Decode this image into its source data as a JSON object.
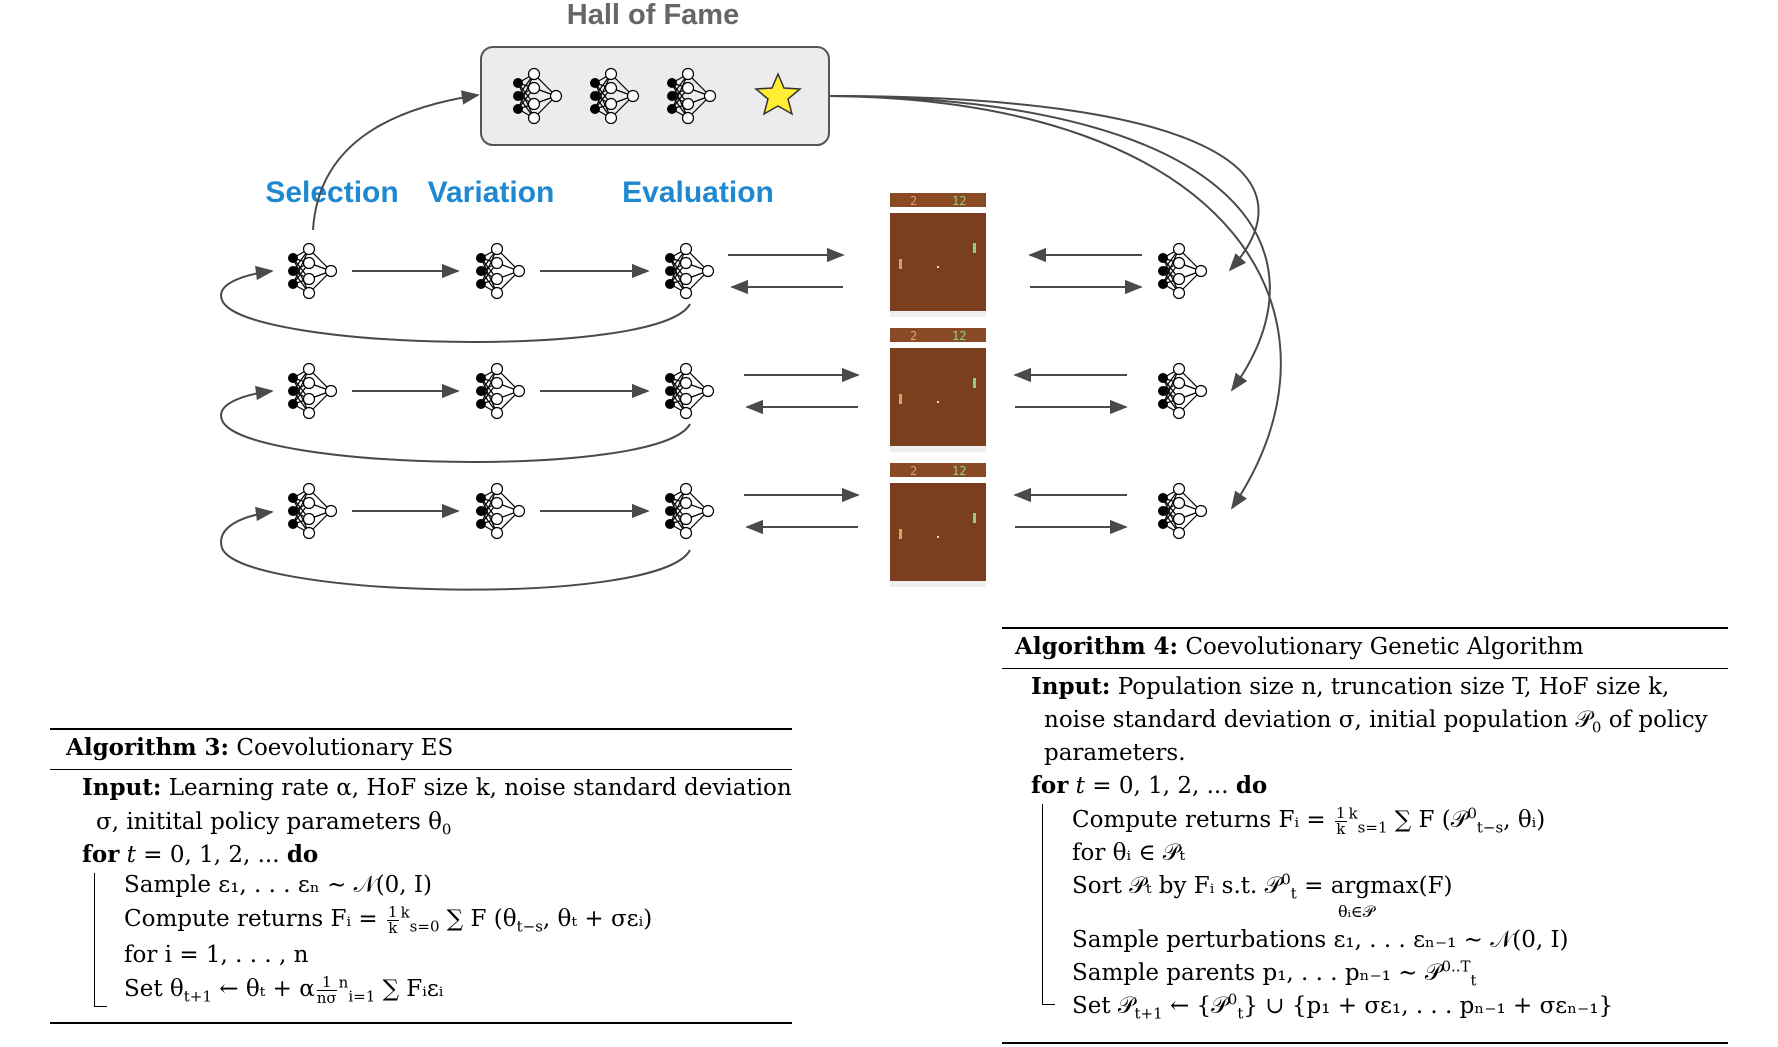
{
  "diagram": {
    "hall_of_fame_title": "Hall of Fame",
    "stage_labels": [
      "Selection",
      "Variation",
      "Evaluation"
    ],
    "game_score_left": "2",
    "game_score_right": "12",
    "colors": {
      "stage_label": "#1e88d0",
      "hof_title": "#666666",
      "hof_box_fill": "#ececec",
      "hof_box_stroke": "#555555",
      "arrow": "#4a4a4a",
      "game_bg": "#7a3f1f",
      "game_header": "#8a4a26",
      "score_left": "#e0a060",
      "score_right": "#8fd07a",
      "star": "#ffee33"
    }
  },
  "alg3": {
    "title_bold": "Algorithm 3:",
    "title_rest": " Coevolutionary ES",
    "input_label": "Input:",
    "input_text": " Learning rate α, HoF size k, noise standard deviation",
    "input_text2": "σ, initital policy parameters θ",
    "for_line": "for t = 0, 1, 2, ... do",
    "l1": "Sample ε₁, . . . εₙ ∼ 𝒩(0, I)",
    "l2a": "Compute returns Fᵢ = ",
    "l2b": " ∑ F (θ",
    "l2c": ", θₜ + σεᵢ)",
    "l3": "for i = 1, . . . , n",
    "l4a": "Set θ",
    "l4b": " ← θₜ + α",
    "l4c": " ∑ Fᵢεᵢ"
  },
  "alg4": {
    "title_bold": "Algorithm 4:",
    "title_rest": " Coevolutionary Genetic Algorithm",
    "input_label": "Input:",
    "input_text": " Population size n, truncation size T, HoF size k,",
    "input_text2": "noise standard deviation σ, initial population 𝒫",
    "input_text2b": " of policy",
    "input_text3": "parameters.",
    "for_line": "for t = 0, 1, 2, ... do",
    "l1a": "Compute returns Fᵢ = ",
    "l1b": " ∑ F (𝒫",
    "l1c": ", θᵢ)",
    "l2": "for θᵢ ∈ 𝒫ₜ",
    "l3a": "Sort 𝒫ₜ by Fᵢ s.t. 𝒫",
    "l3b": " = argmax(F)",
    "l3under": "θᵢ∈𝒫",
    "l4": "Sample perturbations ε₁, . . . εₙ₋₁ ∼ 𝒩(0, I)",
    "l5a": "Sample parents p₁, . . . pₙ₋₁ ∼ 𝒫",
    "l6a": "Set 𝒫",
    "l6b": " ← {𝒫",
    "l6c": "} ∪ {p₁ + σε₁, . . . pₙ₋₁ + σεₙ₋₁}"
  }
}
